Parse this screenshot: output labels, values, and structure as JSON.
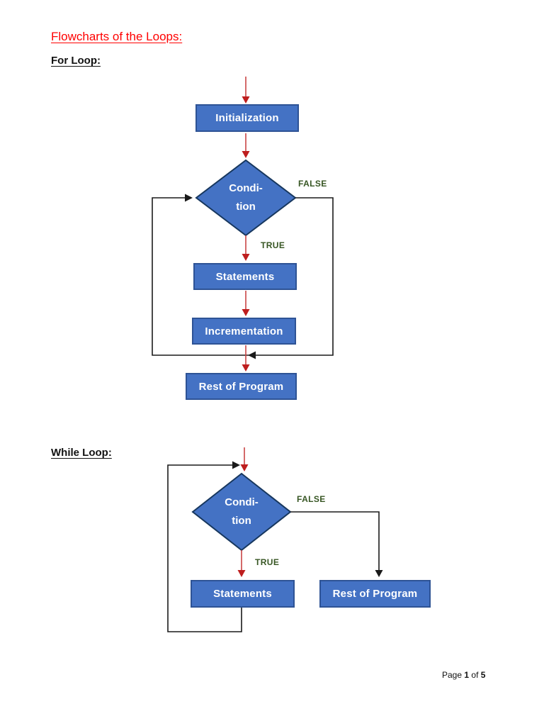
{
  "page": {
    "title": "Flowcharts of the Loops:",
    "footer": {
      "page_word": "Page",
      "page_number": "1",
      "of_word": "of",
      "total_pages": "5"
    }
  },
  "colors": {
    "title_red": "#ff0000",
    "node_fill_blue": "#4472c4",
    "node_border_blue": "#2e5395",
    "arrow_red": "#be1e1e",
    "connector_black": "#1a1a1a",
    "branch_label_green": "#375623"
  },
  "for_loop": {
    "heading": "For Loop:",
    "nodes": {
      "initialization": "Initialization",
      "condition_line1": "Condi-",
      "condition_line2": "tion",
      "statements": "Statements",
      "incrementation": "Incrementation",
      "rest_of_program": "Rest of Program"
    },
    "branches": {
      "false_label": "FALSE",
      "true_label": "TRUE"
    },
    "edges": [
      {
        "from": "start",
        "to": "initialization"
      },
      {
        "from": "initialization",
        "to": "condition"
      },
      {
        "from": "condition",
        "to": "statements",
        "label": "TRUE"
      },
      {
        "from": "condition",
        "to": "rest_of_program",
        "label": "FALSE"
      },
      {
        "from": "statements",
        "to": "incrementation"
      },
      {
        "from": "incrementation",
        "to": "condition",
        "label": "loop-back"
      },
      {
        "from": "incrementation",
        "to": "rest_of_program"
      }
    ]
  },
  "while_loop": {
    "heading": "While Loop:",
    "nodes": {
      "condition_line1": "Condi-",
      "condition_line2": "tion",
      "statements": "Statements",
      "rest_of_program": "Rest of Program"
    },
    "branches": {
      "false_label": "FALSE",
      "true_label": "TRUE"
    },
    "edges": [
      {
        "from": "start",
        "to": "condition"
      },
      {
        "from": "condition",
        "to": "statements",
        "label": "TRUE"
      },
      {
        "from": "condition",
        "to": "rest_of_program",
        "label": "FALSE"
      },
      {
        "from": "statements",
        "to": "condition",
        "label": "loop-back"
      }
    ]
  }
}
